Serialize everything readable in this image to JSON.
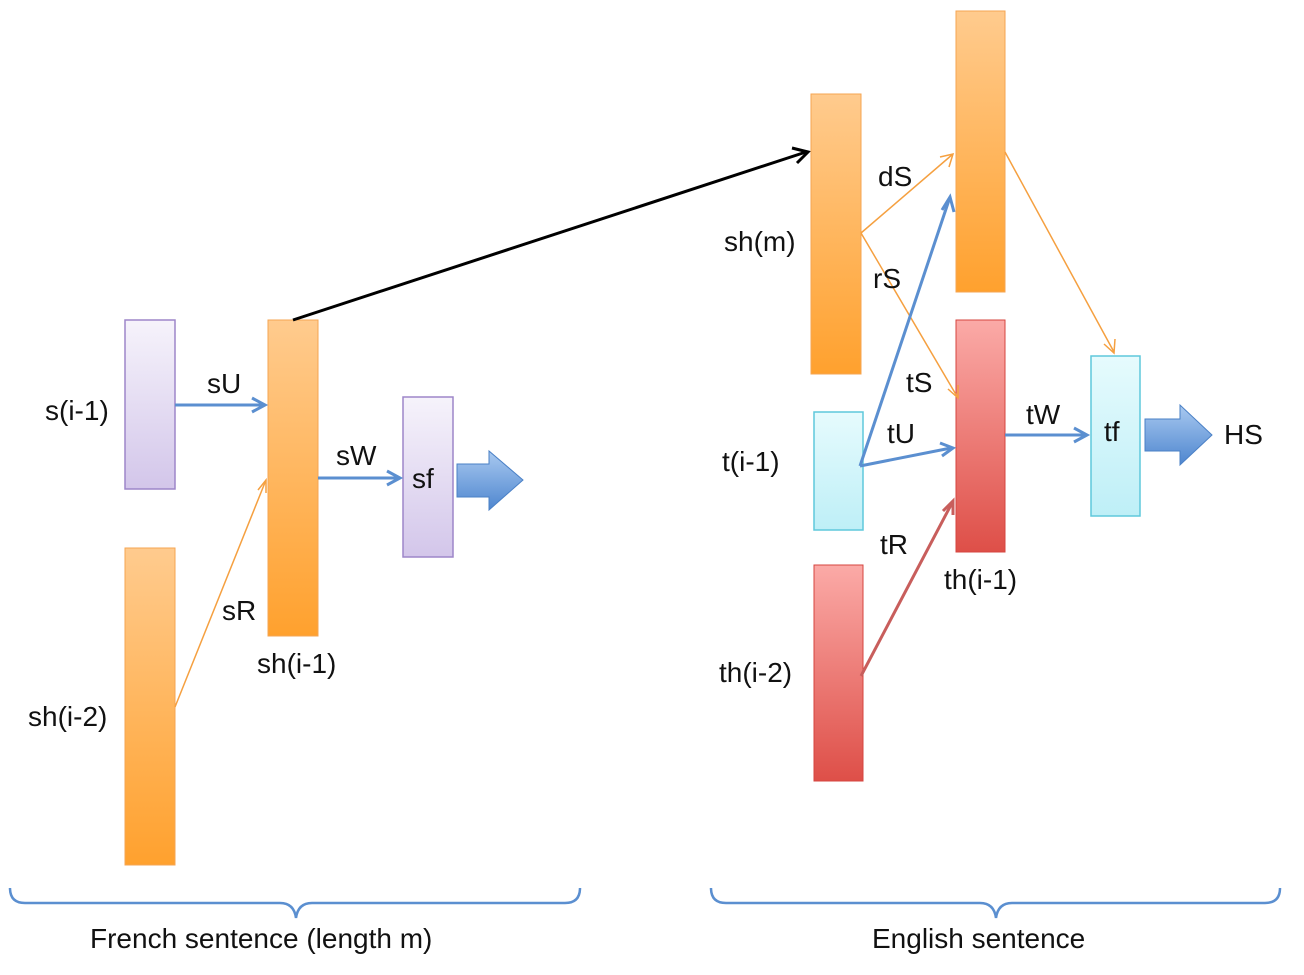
{
  "nodes": {
    "s_prev": "s(i-1)",
    "sh_prev2": "sh(i-2)",
    "sh_prev": "sh(i-1)",
    "sf": "sf",
    "sh_m": "sh(m)",
    "t_prev": "t(i-1)",
    "th_prev2": "th(i-2)",
    "th_prev": "th(i-1)",
    "tf": "tf",
    "hs": "HS"
  },
  "edges": {
    "sU": "sU",
    "sR": "sR",
    "sW": "sW",
    "dS": "dS",
    "rS": "rS",
    "tS": "tS",
    "tU": "tU",
    "tR": "tR",
    "tW": "tW"
  },
  "groups": {
    "french": "French sentence (length m)",
    "english": "English sentence"
  },
  "colors": {
    "orange": "#FFA73A",
    "purple": "#D8CCEE",
    "cyan": "#C6F1F8",
    "red": "#E0514A",
    "blue_arrow": "#5B8FD0",
    "black_arrow": "#000000",
    "bracket": "#5B8FD0"
  }
}
